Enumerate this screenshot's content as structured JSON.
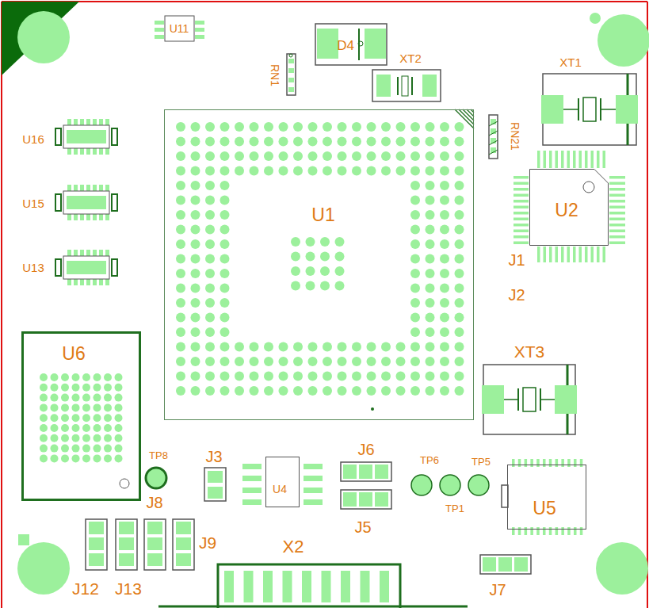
{
  "diagram": {
    "nodes": [
      {
        "text": [
          "U1"
        ]
      },
      {
        "text": [
          "U2"
        ]
      },
      {
        "text": [
          "U6"
        ]
      },
      {
        "text": [
          "U4"
        ]
      },
      {
        "text": [
          "U5"
        ]
      }
    ],
    "labels": [
      "U11",
      "D4",
      "RN1",
      "XT2",
      "XT1",
      "U16",
      "RN21",
      "U15",
      "J1",
      "U13",
      "J2",
      "XT3",
      "TP8",
      "J3",
      "J6",
      "TP6",
      "TP5",
      "TP1",
      "J8",
      "J5",
      "J9",
      "X2",
      "J12",
      "J13",
      "J7"
    ]
  }
}
